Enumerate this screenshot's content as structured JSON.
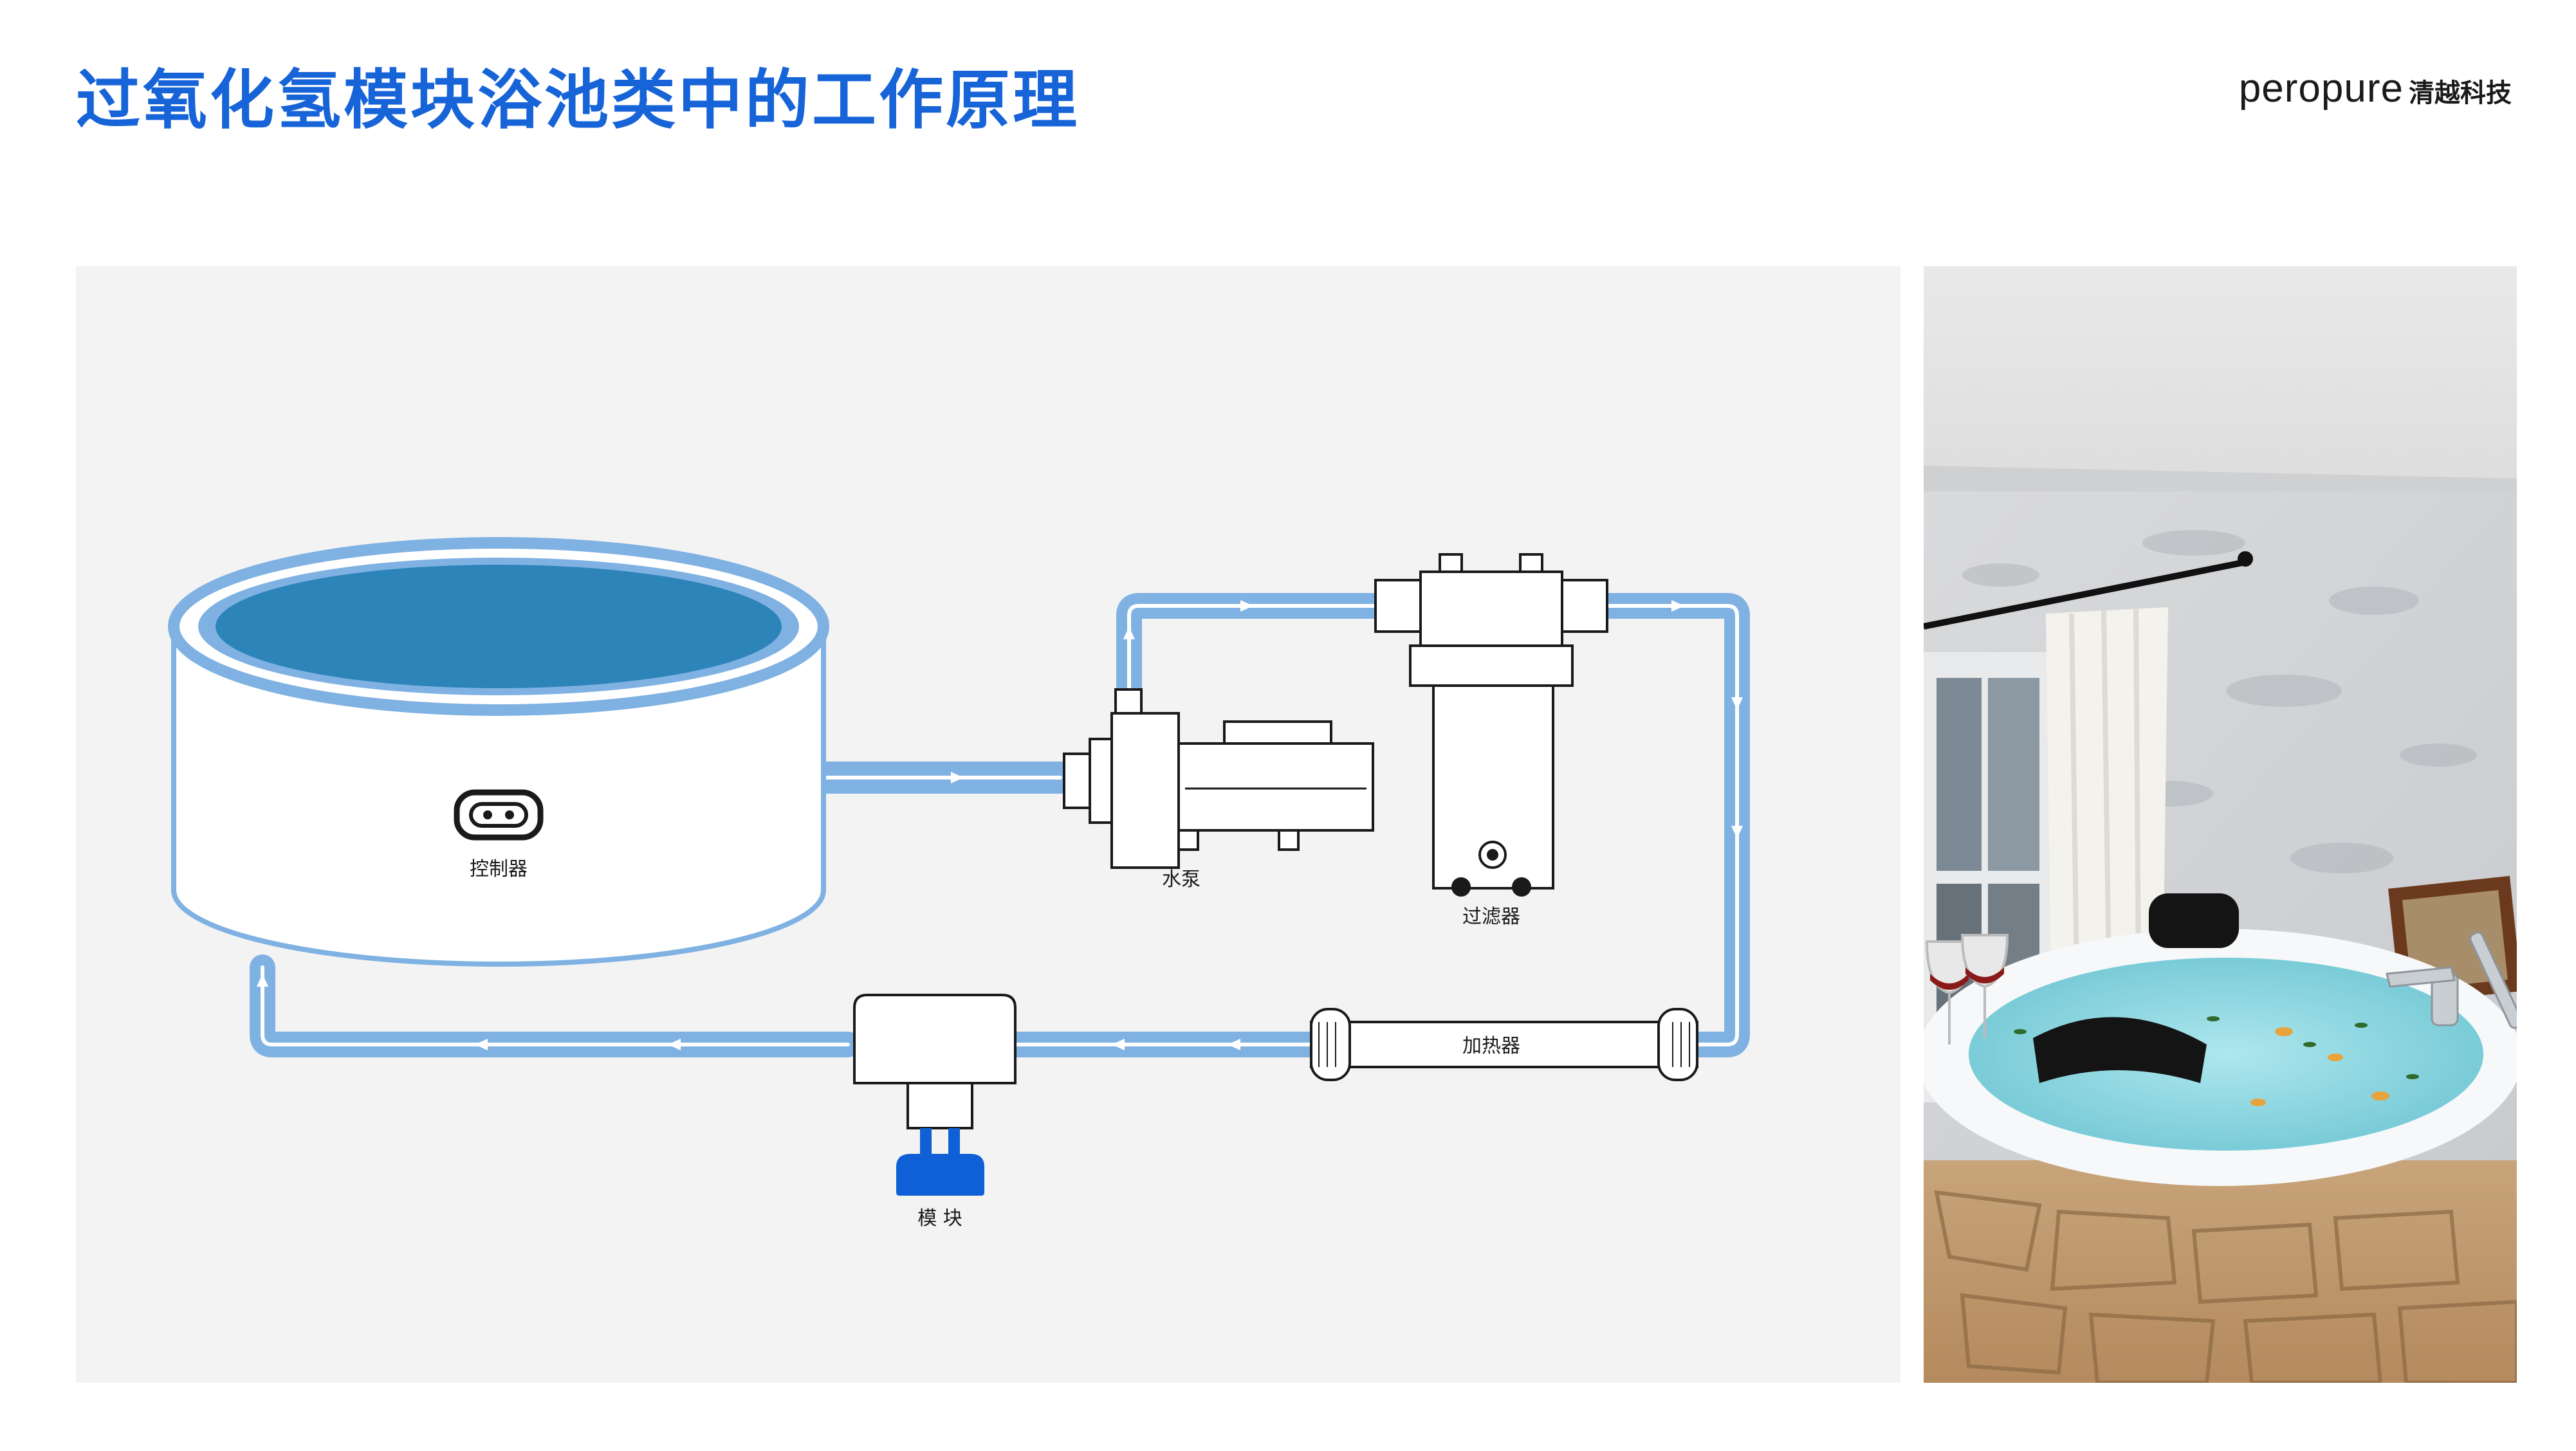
{
  "title": "过氧化氢模块浴池类中的工作原理",
  "brand": {
    "name": "peropure",
    "cn": "清越科技"
  },
  "diagram": {
    "labels": {
      "controller": "控制器",
      "pump": "水泵",
      "filter": "过滤器",
      "heater": "加热器",
      "module": "模 块"
    }
  },
  "colors": {
    "title": "#1764d8",
    "pipe": "#7fb2e2",
    "water": "#2c84b9",
    "module": "#0f5fd6",
    "panel": "#f3f3f3"
  }
}
